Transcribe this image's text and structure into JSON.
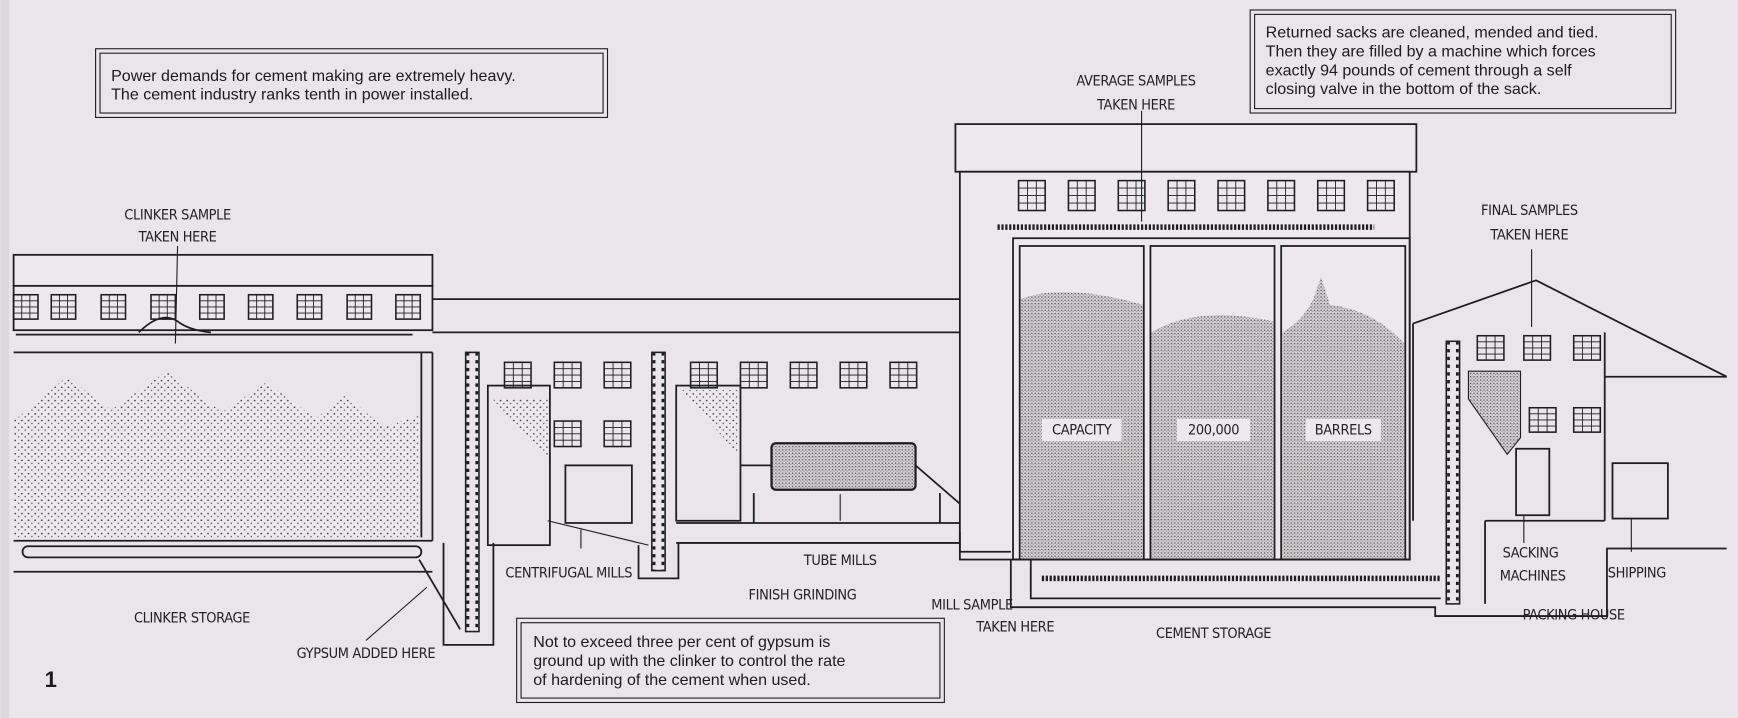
{
  "notes": {
    "power": [
      "Power demands for cement making are extremely heavy.",
      "The cement industry ranks tenth in power installed."
    ],
    "sacks": [
      "Returned sacks are cleaned, mended and tied.",
      "Then they are filled by a machine which forces",
      "exactly 94 pounds of cement through a self",
      "closing valve in the bottom of the sack."
    ],
    "gypsum": [
      "Not to exceed three per cent of gypsum is",
      "ground up with the clinker to control the rate",
      "of hardening of the cement when used."
    ]
  },
  "labels": {
    "clinker_sample": [
      "CLINKER SAMPLE",
      "TAKEN HERE"
    ],
    "average_samples": [
      "AVERAGE SAMPLES",
      "TAKEN HERE"
    ],
    "final_samples": [
      "FINAL SAMPLES",
      "TAKEN HERE"
    ],
    "clinker_storage": "CLINKER STORAGE",
    "gypsum_added": "GYPSUM ADDED HERE",
    "centrifugal_mills": "CENTRIFUGAL MILLS",
    "tube_mills": "TUBE MILLS",
    "finish_grinding": "FINISH GRINDING",
    "mill_sample": [
      "MILL SAMPLE",
      "TAKEN HERE"
    ],
    "cement_storage": "CEMENT STORAGE",
    "silo_capacity": [
      "CAPACITY",
      "200,000",
      "BARRELS"
    ],
    "sacking_machines": [
      "SACKING",
      "MACHINES"
    ],
    "shipping": "SHIPPING",
    "packing_house": "PACKING HOUSE"
  },
  "page_number": "1"
}
